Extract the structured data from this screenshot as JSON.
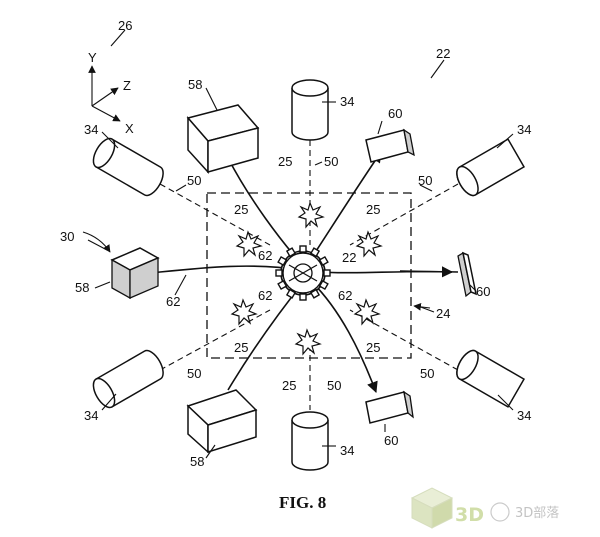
{
  "figure": {
    "caption": "FIG. 8"
  },
  "reference_numerals": {
    "n26": "26",
    "n22a": "22",
    "n22b": "22",
    "axis_y": "Y",
    "axis_z": "Z",
    "axis_x": "X",
    "n58_tl": "58",
    "n58_l": "58",
    "n58_bl": "58",
    "n34_top": "34",
    "n34_tl": "34",
    "n34_tr": "34",
    "n34_bl": "34",
    "n34_br": "34",
    "n34_bot": "34",
    "n60_top": "60",
    "n60_r": "60",
    "n60_bot": "60",
    "n50_top": "50",
    "n50_l": "50",
    "n50_r": "50",
    "n50_bl": "50",
    "n50_br": "50",
    "n50_bot": "50",
    "n25_top": "25",
    "n25_ul": "25",
    "n25_ur": "25",
    "n25_ll": "25",
    "n25_lr": "25",
    "n25_bot": "25",
    "n62_a": "62",
    "n62_b": "62",
    "n62_c": "62",
    "n62_d": "62",
    "n30": "30",
    "n24": "24"
  },
  "watermark": {
    "text": "3D部落",
    "brand": "3D"
  }
}
